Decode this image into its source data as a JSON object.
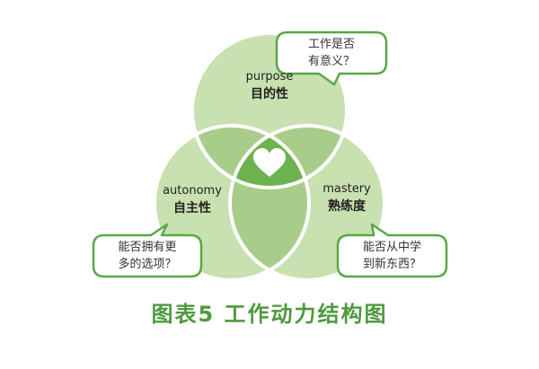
{
  "colors": {
    "circle": "#c9e0b0",
    "overlap2": "#a8cd8a",
    "center": "#6cb34f",
    "border_white": "#ffffff",
    "bubble_stroke": "#5aa845",
    "caption": "#4e9a3e",
    "heart": "#ffffff"
  },
  "circles": {
    "purpose": {
      "en": "purpose",
      "zh": "目的性"
    },
    "autonomy": {
      "en": "autonomy",
      "zh": "自主性"
    },
    "mastery": {
      "en": "mastery",
      "zh": "熟练度"
    }
  },
  "center_icon": "heart-icon",
  "bubbles": {
    "top": {
      "line1": "工作是否",
      "line2": "有意义？"
    },
    "left": {
      "line1": "能否拥有更",
      "line2": "多的选项？"
    },
    "right": {
      "line1": "能否从中学",
      "line2": "到新东西？"
    }
  },
  "caption": "图表5 工作动力结构图"
}
